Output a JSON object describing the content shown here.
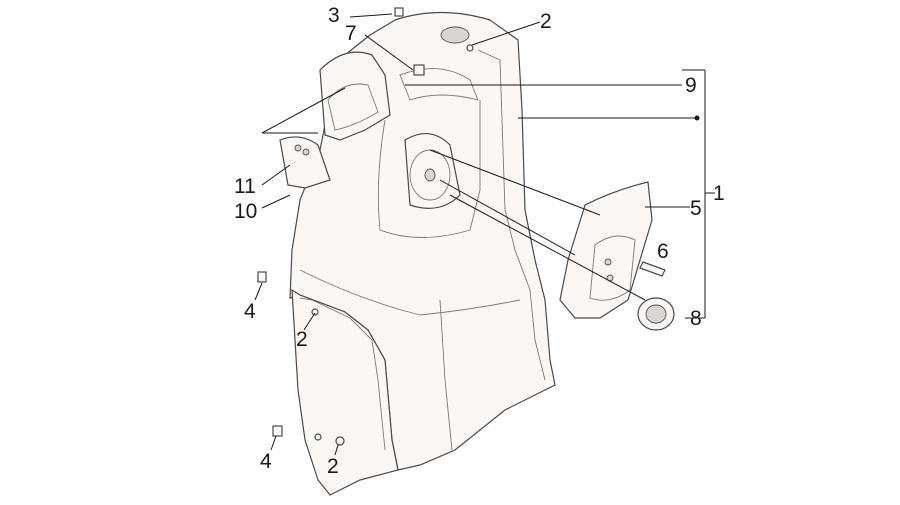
{
  "callouts": {
    "c1": "1",
    "c2a": "2",
    "c2b": "2",
    "c2c": "2",
    "c3": "3",
    "c4a": "4",
    "c4b": "4",
    "c5": "5",
    "c6": "6",
    "c7": "7",
    "c8": "8",
    "c9": "9",
    "c10": "10",
    "c11": "11"
  },
  "colors": {
    "line": "#1a1a1a",
    "part_fill": "#fbf7f4",
    "part_stroke": "#4a4a4a"
  },
  "icons": [
    "clip-icon",
    "screw-icon",
    "grommet-icon"
  ]
}
